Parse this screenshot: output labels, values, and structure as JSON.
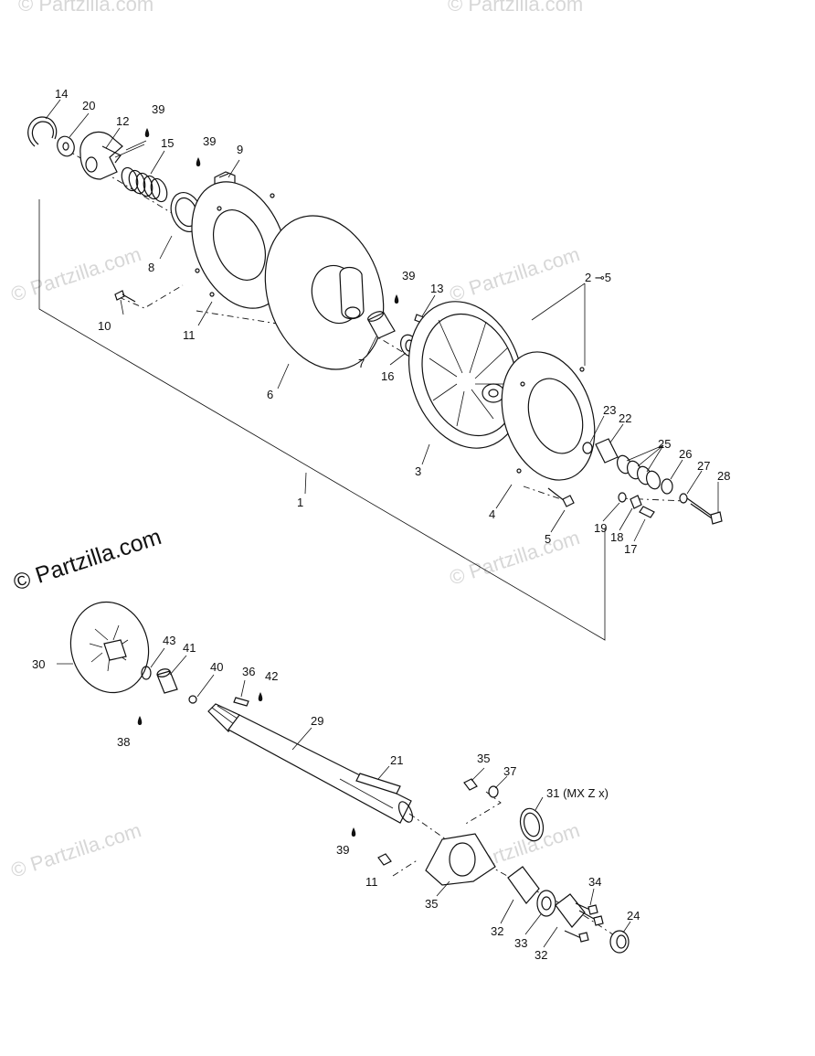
{
  "watermark": {
    "text": "© Partzilla.com"
  },
  "callouts": [
    {
      "id": "c14",
      "text": "14"
    },
    {
      "id": "c20",
      "text": "20"
    },
    {
      "id": "c12",
      "text": "12"
    },
    {
      "id": "c39a",
      "text": "39"
    },
    {
      "id": "c15",
      "text": "15"
    },
    {
      "id": "c39b",
      "text": "39"
    },
    {
      "id": "c9",
      "text": "9"
    },
    {
      "id": "c8",
      "text": "8"
    },
    {
      "id": "c10a",
      "text": "10"
    },
    {
      "id": "c11a",
      "text": "11"
    },
    {
      "id": "c6",
      "text": "6"
    },
    {
      "id": "c39c",
      "text": "39"
    },
    {
      "id": "c13",
      "text": "13"
    },
    {
      "id": "c2to5",
      "text": "2 ⊸5"
    },
    {
      "id": "c7",
      "text": "7"
    },
    {
      "id": "c16",
      "text": "16"
    },
    {
      "id": "c3",
      "text": "3"
    },
    {
      "id": "c23",
      "text": "23"
    },
    {
      "id": "c22",
      "text": "22"
    },
    {
      "id": "c25",
      "text": "25"
    },
    {
      "id": "c26",
      "text": "26"
    },
    {
      "id": "c27",
      "text": "27"
    },
    {
      "id": "c28",
      "text": "28"
    },
    {
      "id": "c4",
      "text": "4"
    },
    {
      "id": "c19",
      "text": "19"
    },
    {
      "id": "c18",
      "text": "18"
    },
    {
      "id": "c17",
      "text": "17"
    },
    {
      "id": "c5",
      "text": "5"
    },
    {
      "id": "c1",
      "text": "1"
    },
    {
      "id": "c30",
      "text": "30"
    },
    {
      "id": "c43",
      "text": "43"
    },
    {
      "id": "c41",
      "text": "41"
    },
    {
      "id": "c40",
      "text": "40"
    },
    {
      "id": "c36",
      "text": "36"
    },
    {
      "id": "c42",
      "text": "42"
    },
    {
      "id": "c38",
      "text": "38"
    },
    {
      "id": "c29",
      "text": "29"
    },
    {
      "id": "c21",
      "text": "21"
    },
    {
      "id": "c35a",
      "text": "35"
    },
    {
      "id": "c37",
      "text": "37"
    },
    {
      "id": "c31",
      "text": "31 (MX Z x)"
    },
    {
      "id": "c39d",
      "text": "39"
    },
    {
      "id": "c11b",
      "text": "11"
    },
    {
      "id": "c35b",
      "text": "35"
    },
    {
      "id": "c34",
      "text": "34"
    },
    {
      "id": "c24",
      "text": "24"
    },
    {
      "id": "c32a",
      "text": "32"
    },
    {
      "id": "c33",
      "text": "33"
    },
    {
      "id": "c32b",
      "text": "32"
    }
  ]
}
